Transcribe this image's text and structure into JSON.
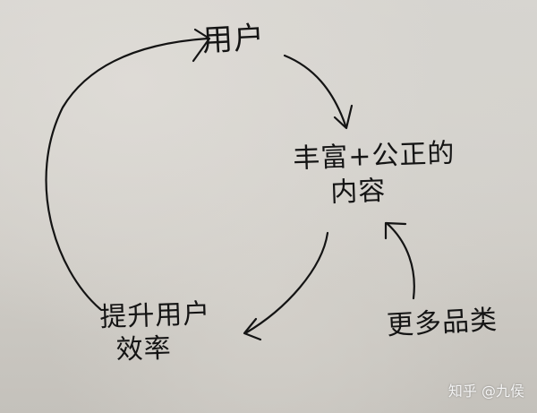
{
  "diagram": {
    "type": "cycle-flow",
    "nodes": {
      "user": {
        "label": "用户"
      },
      "content": {
        "line1": "丰富+公正的",
        "line2": "内容"
      },
      "efficiency": {
        "line1": "提升用户",
        "line2": "效率"
      },
      "categories": {
        "label": "更多品类"
      }
    },
    "edges": [
      {
        "from": "user",
        "to": "content"
      },
      {
        "from": "content",
        "to": "efficiency"
      },
      {
        "from": "efficiency",
        "to": "user"
      },
      {
        "from": "categories",
        "to": "content"
      }
    ],
    "ink_color": "#141414",
    "paper_color": "#d4d1cb"
  },
  "watermark": {
    "text": "知乎 @九侯"
  }
}
